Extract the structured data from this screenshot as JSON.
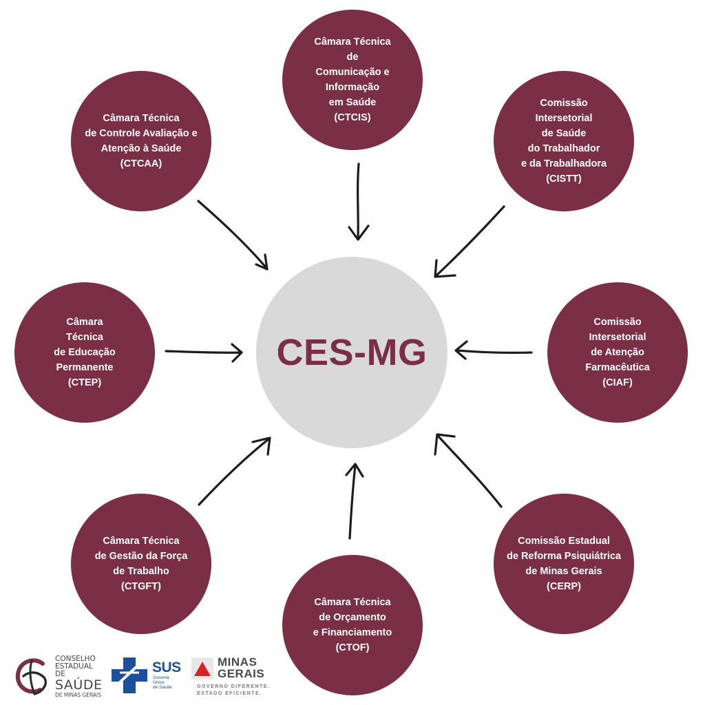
{
  "center": {
    "label": "CES-MG"
  },
  "nodes": {
    "ctcis": "Câmara Técnica\nde\nComunicação e\nInformação\nem Saúde\n(CTCIS)",
    "ctcaa": "Câmara Técnica\nde Controle Avaliação e\nAtenção à Saúde\n(CTCAA)",
    "cistt": "Comissão\nIntersetorial\nde Saúde\ndo Trabalhador\ne da Trabalhadora\n(CISTT)",
    "ctep": "Câmara\nTécnica\nde Educação\nPermanente\n(CTEP)",
    "ciaf": "Comissão\nIntersetorial\nde Atenção\nFarmacêutica\n(CIAF)",
    "ctgft": "Câmara Técnica\nde Gestão da Força\nde Trabalho\n(CTGFT)",
    "cerp": "Comissão Estadual\nde Reforma Psiquiátrica\nde Minas Gerais\n(CERP)",
    "ctof": "Câmara Técnica\nde Orçamento\ne Financiamento\n(CTOF)"
  },
  "logos": {
    "ces": {
      "line1": "CONSELHO",
      "line2": "ESTADUAL DE",
      "line3": "SAÚDE",
      "line4": "DE MINAS GERAIS"
    },
    "sus": {
      "word": "SUS",
      "sub": "Sistema\nÚnico\nde Saúde"
    },
    "mg": {
      "title": "MINAS\nGERAIS",
      "tagline": "GOVERNO DIFERENTE.\nESTADO EFICIENTE."
    }
  },
  "colors": {
    "node": "#7a2f47",
    "center": "#d9d9d9",
    "center_text": "#7a2f47",
    "sus_blue": "#1c4f9c",
    "mg_red": "#d6202a"
  }
}
